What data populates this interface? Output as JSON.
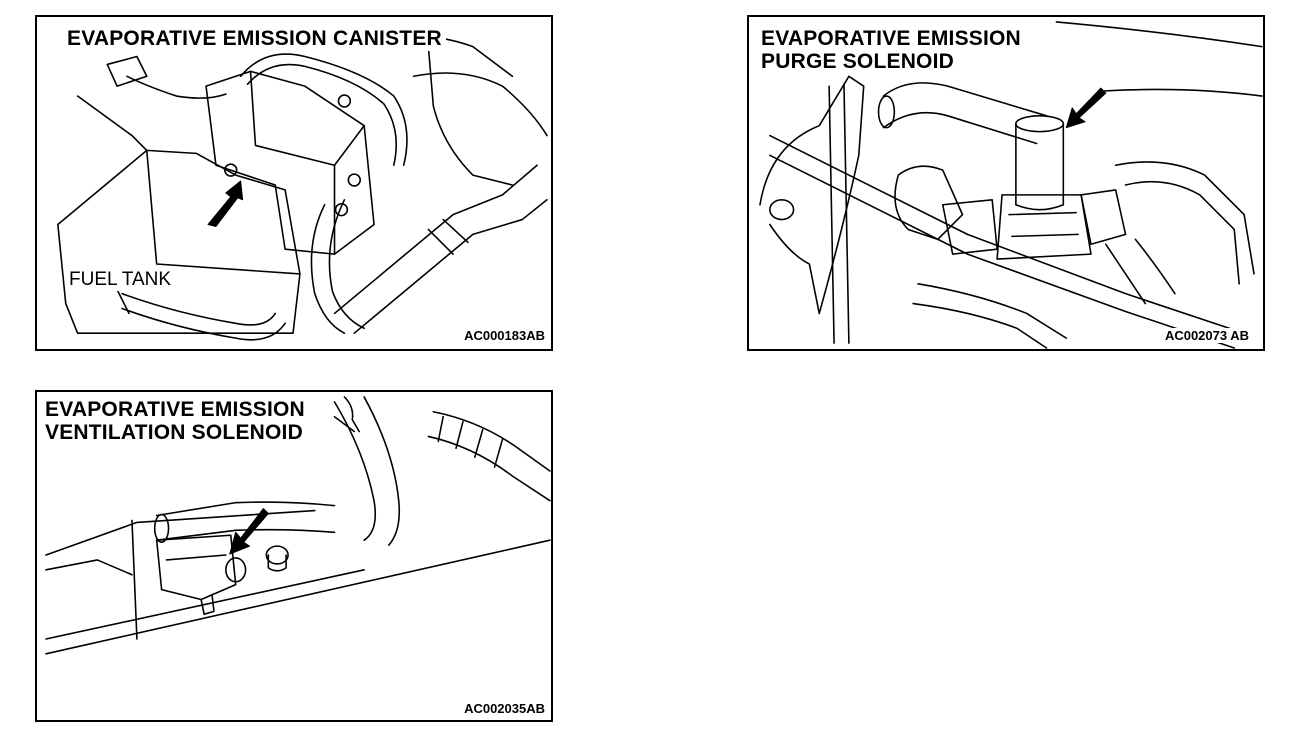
{
  "colors": {
    "ink": "#000000",
    "paper": "#ffffff"
  },
  "panels": [
    {
      "title_lines": [
        "EVAPORATIVE EMISSION CANISTER"
      ],
      "callout": "FUEL TANK",
      "code": "AC000183AB",
      "arrow_icon": "pointer-arrow-icon"
    },
    {
      "title_lines": [
        "EVAPORATIVE EMISSION",
        "PURGE SOLENOID"
      ],
      "code": "AC002073 AB",
      "arrow_icon": "pointer-arrow-icon"
    },
    {
      "title_lines": [
        "EVAPORATIVE EMISSION",
        "VENTILATION SOLENOID"
      ],
      "code": "AC002035AB",
      "arrow_icon": "pointer-arrow-icon"
    }
  ]
}
